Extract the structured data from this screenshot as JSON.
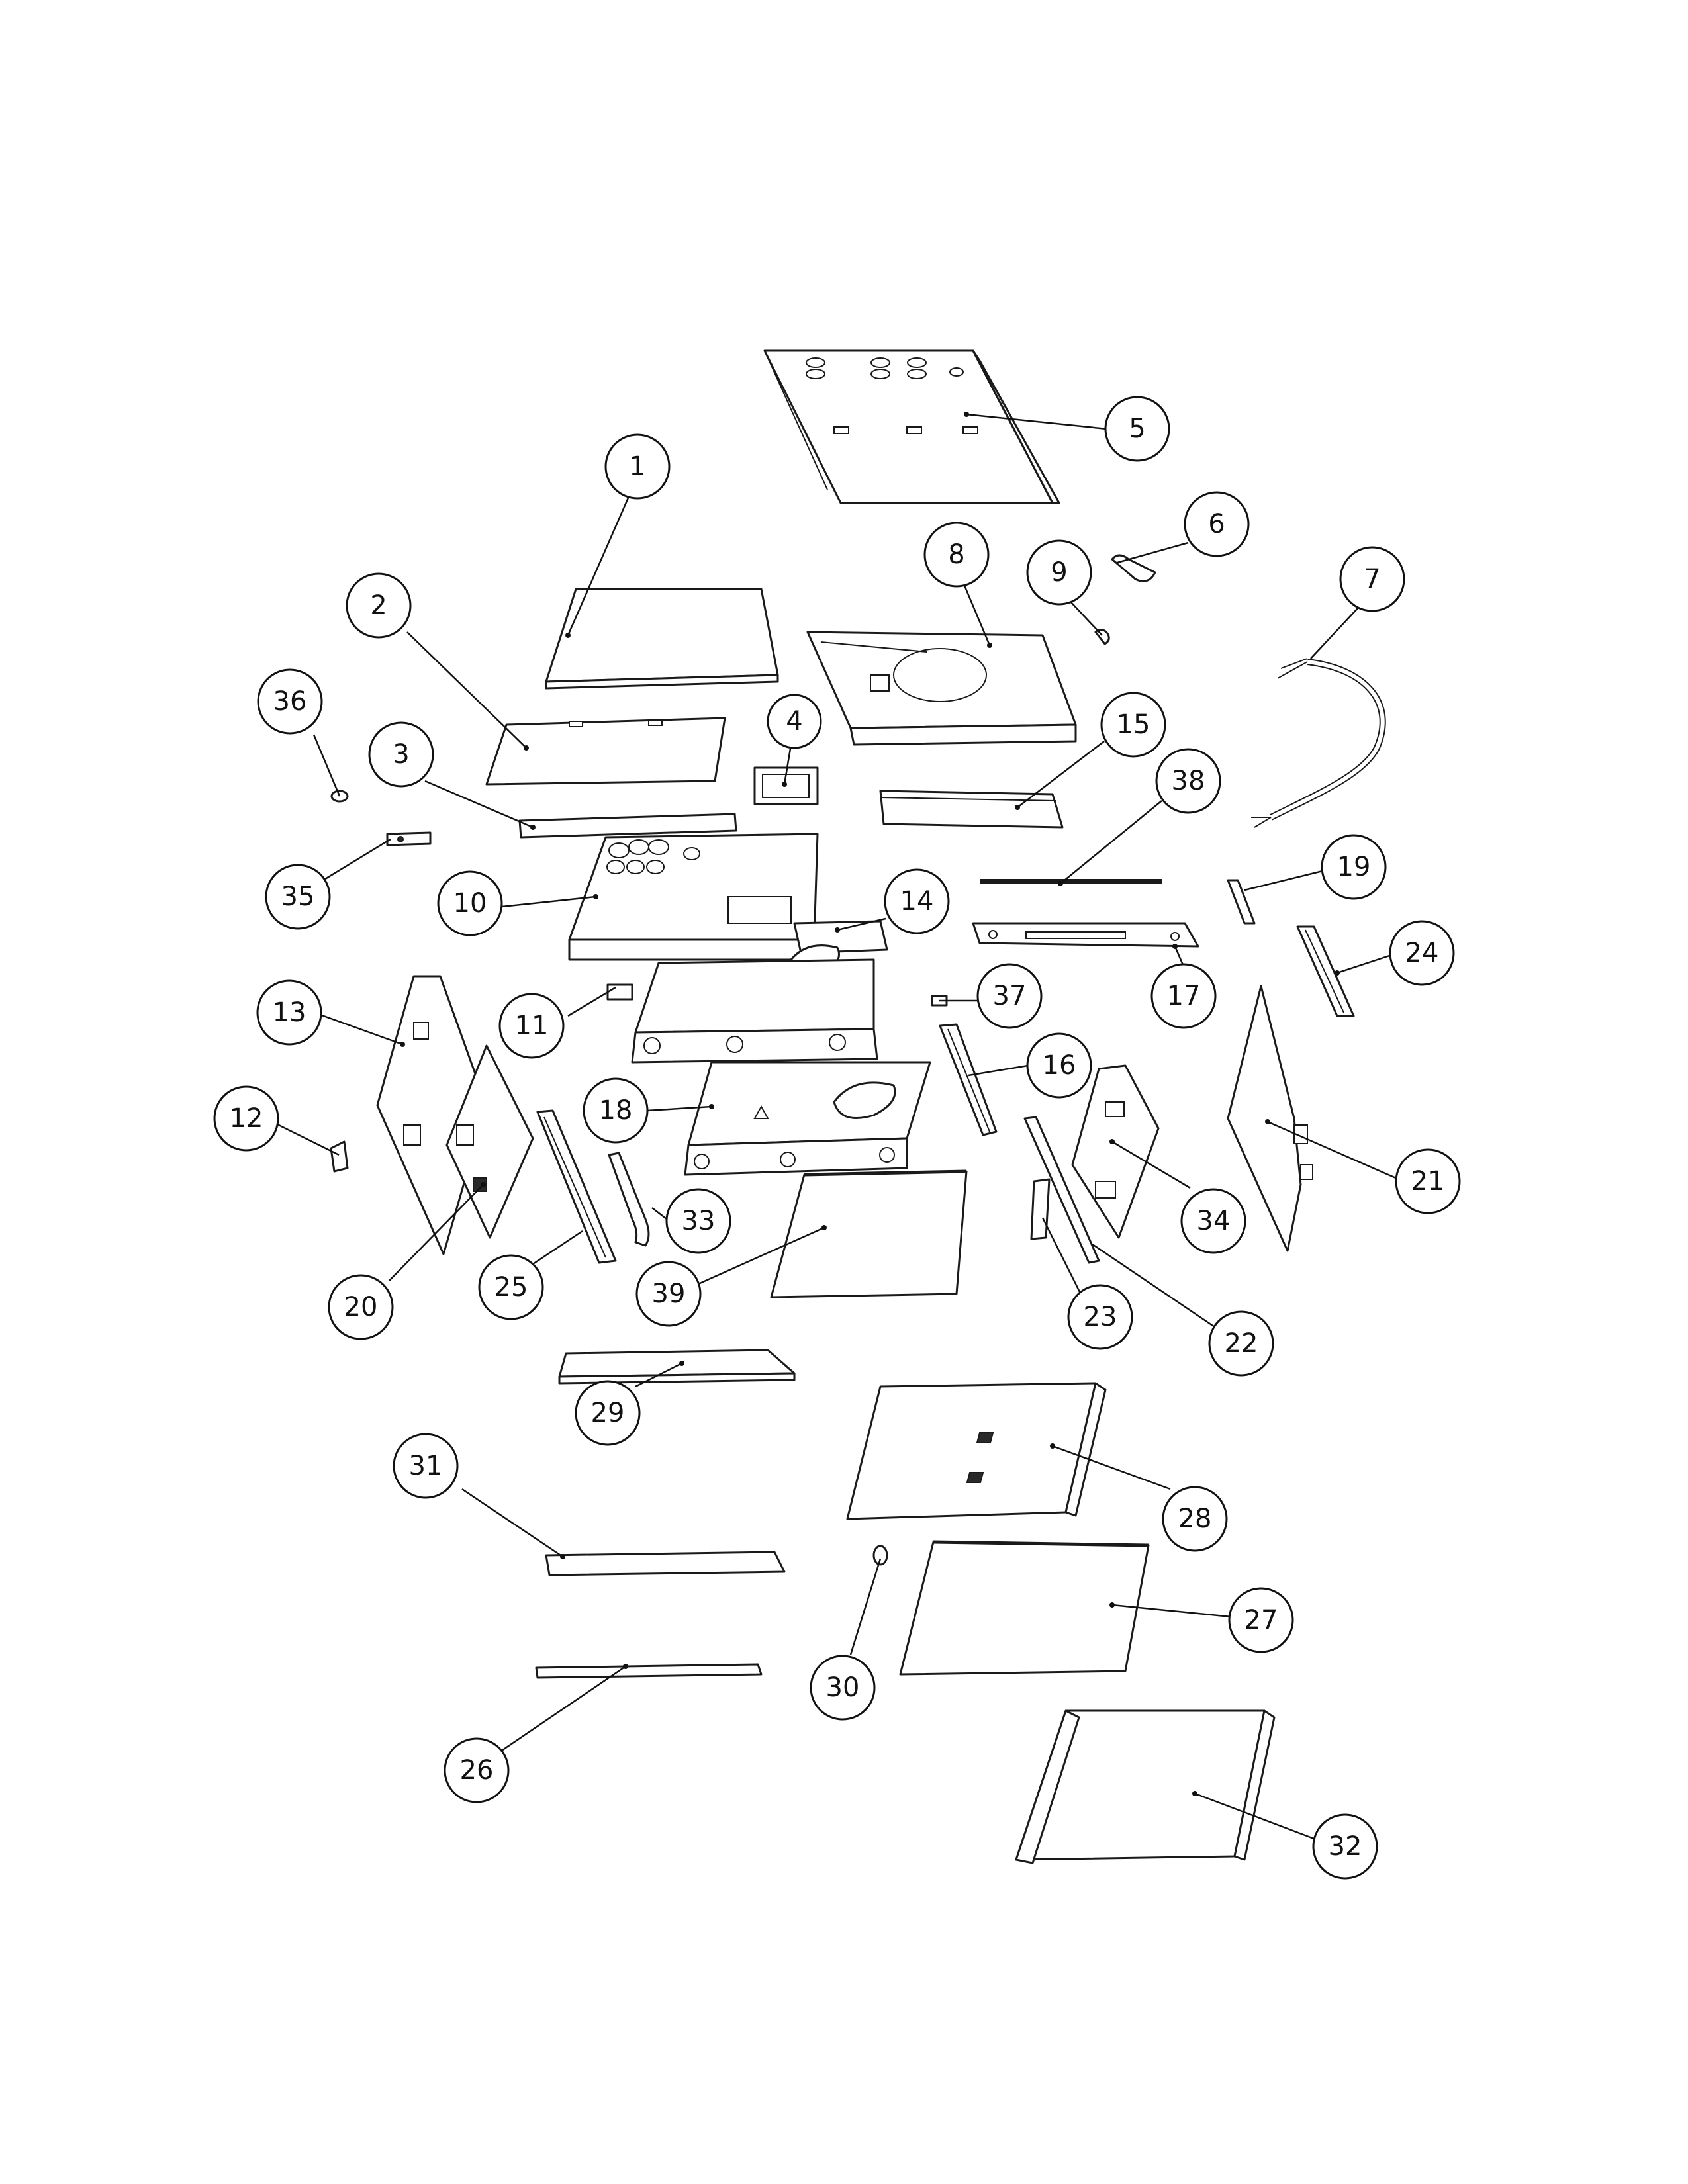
{
  "diagram": {
    "type": "exploded-parts-diagram",
    "callouts": [
      "1",
      "2",
      "3",
      "4",
      "5",
      "6",
      "7",
      "8",
      "9",
      "10",
      "11",
      "12",
      "13",
      "14",
      "15",
      "16",
      "17",
      "18",
      "19",
      "20",
      "21",
      "22",
      "23",
      "24",
      "25",
      "26",
      "27",
      "28",
      "29",
      "30",
      "31",
      "32",
      "33",
      "34",
      "35",
      "36",
      "37",
      "38",
      "39"
    ]
  },
  "colors": {
    "line": "#1a1a1a",
    "background": "#ffffff"
  }
}
